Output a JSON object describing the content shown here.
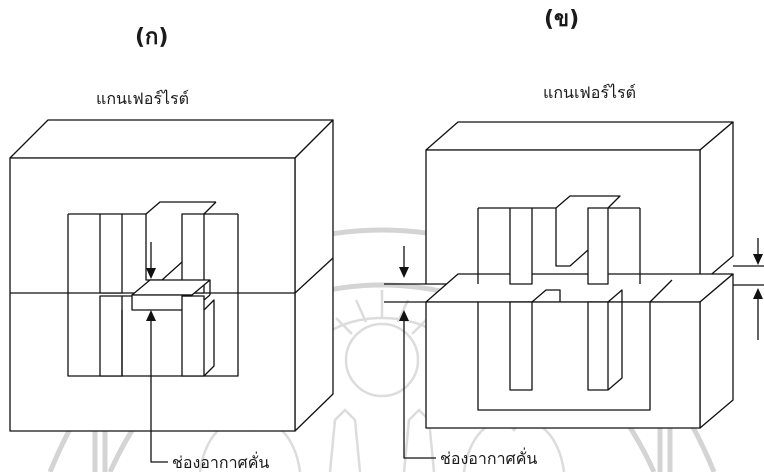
{
  "panels": [
    {
      "id": "a",
      "label": "(ก)",
      "core_label": "แกนเฟอร์ไรต์",
      "gap_label": "ช่องอากาศคั่น"
    },
    {
      "id": "b",
      "label": "(ข)",
      "core_label": "แกนเฟอร์ไรต์",
      "gap_label": "ช่องอากาศคั่น"
    }
  ]
}
